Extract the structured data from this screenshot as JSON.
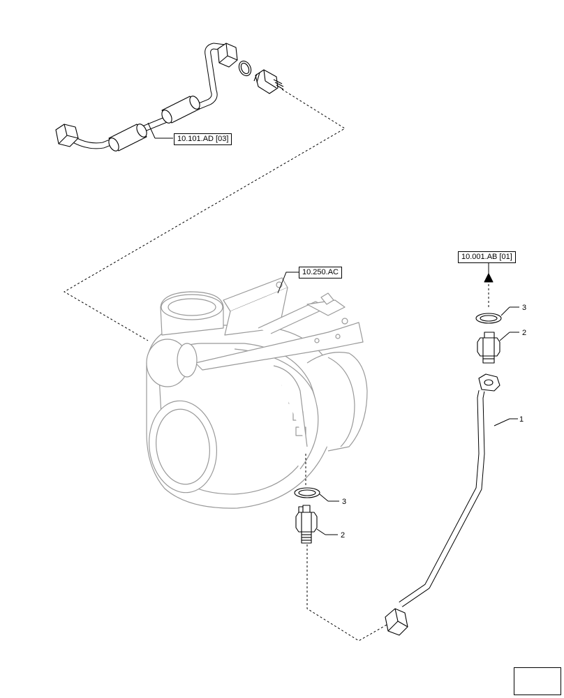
{
  "references": {
    "pipe_assembly": "10.101.AD [03]",
    "turbocharger": "10.250.AC",
    "oil_return": "10.001.AB [01]"
  },
  "callouts": {
    "pipe": "1",
    "adapter_upper": "2",
    "seal_upper": "3",
    "seal_lower": "3",
    "adapter_lower": "2"
  },
  "icons": {
    "navigation": "next-page-arrow-icon"
  }
}
